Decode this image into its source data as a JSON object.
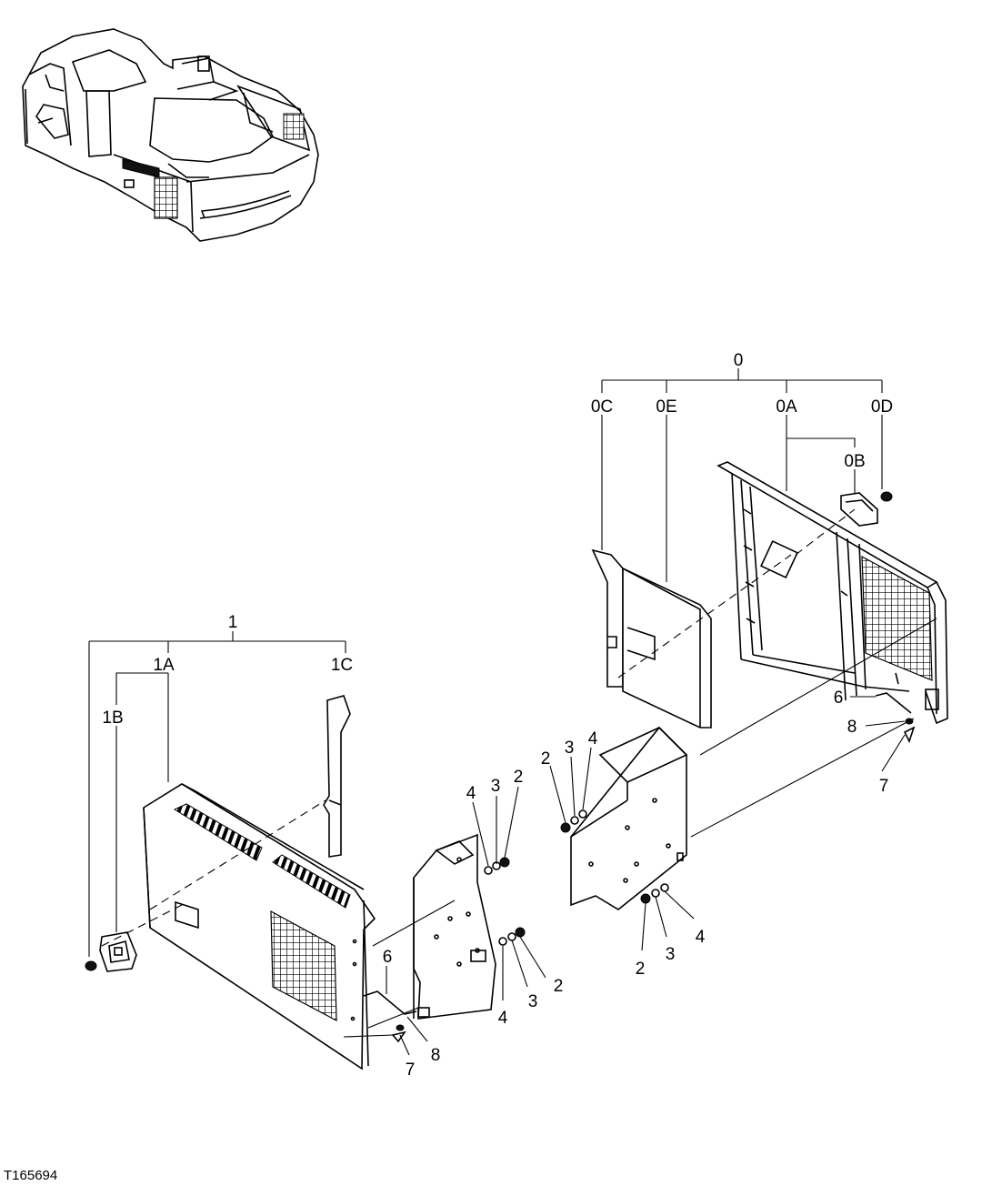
{
  "figure_id": "T165694",
  "callouts": {
    "c0": "0",
    "c0A": "0A",
    "c0B": "0B",
    "c0C": "0C",
    "c0D": "0D",
    "c0E": "0E",
    "c1": "1",
    "c1A": "1A",
    "c1B": "1B",
    "c1C": "1C",
    "n2": "2",
    "n3": "3",
    "n4": "4",
    "n6": "6",
    "n7": "7",
    "n8": "8"
  }
}
